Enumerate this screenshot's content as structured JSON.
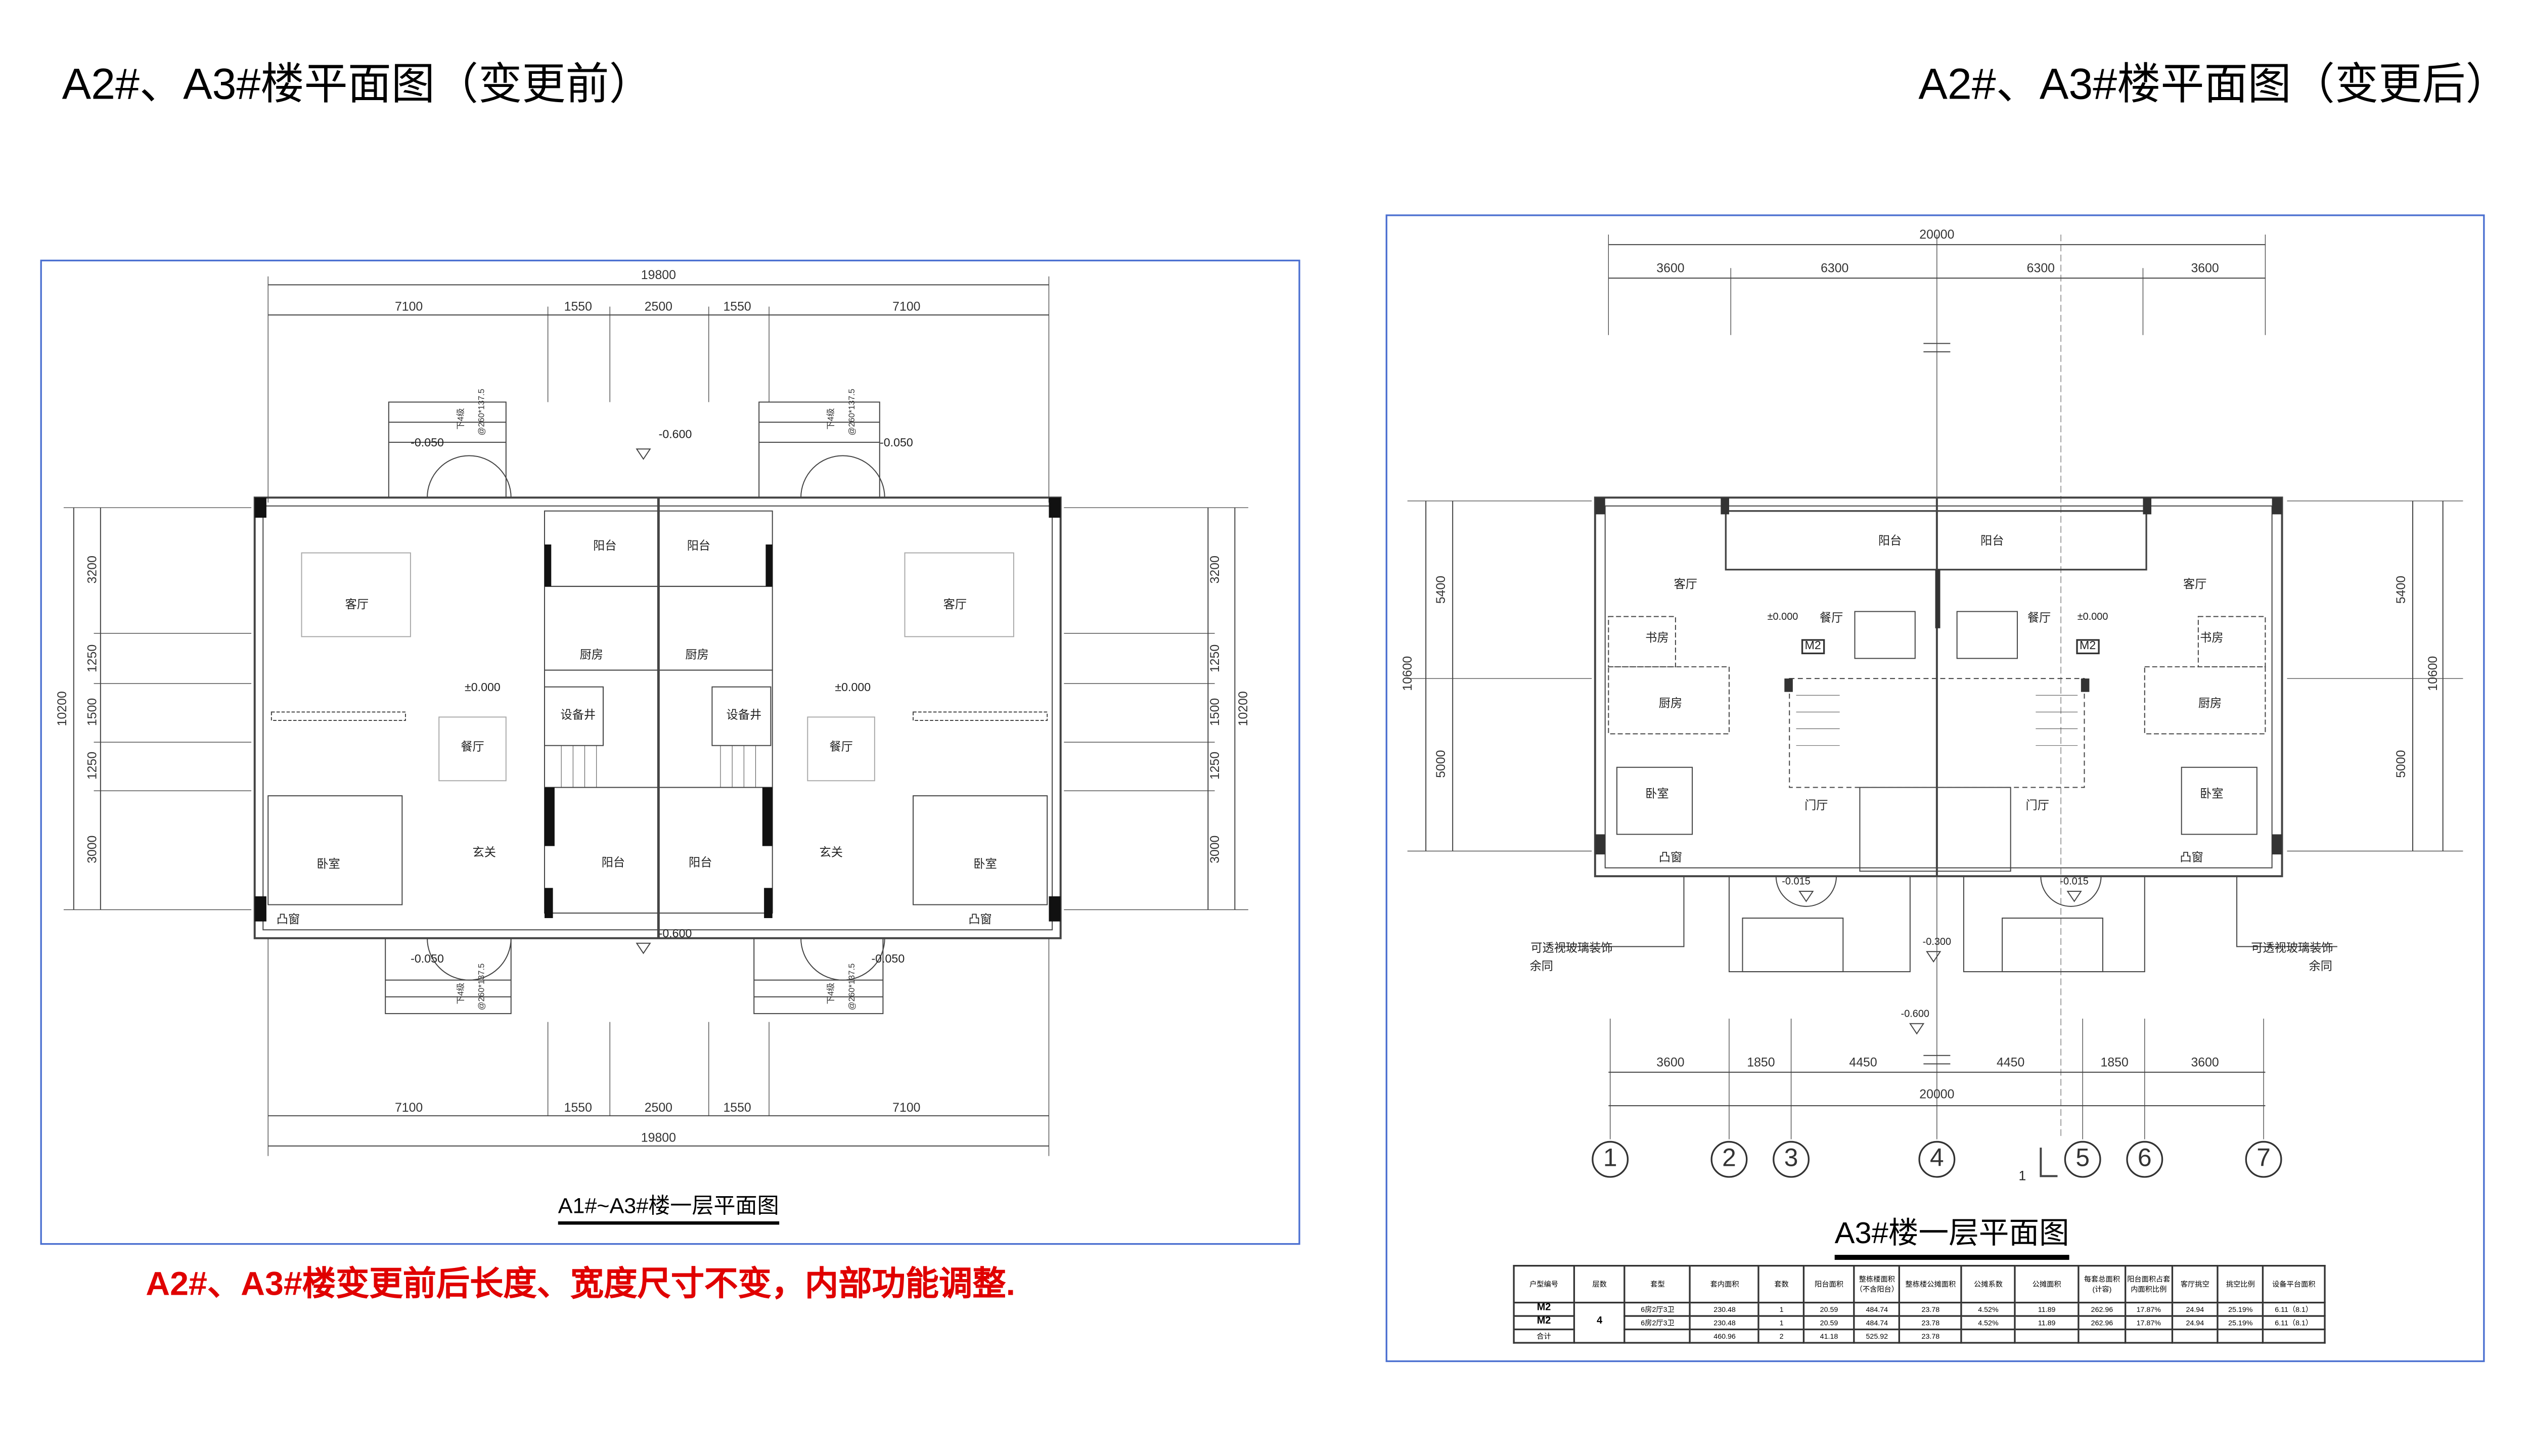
{
  "titles": {
    "before": "A2#、A3#楼平面图（变更前）",
    "after": "A2#、A3#楼平面图（变更后）"
  },
  "note": "A2#、A3#楼变更前后长度、宽度尺寸不变，内部功能调整.",
  "left_plan": {
    "title": "A1#~A3#楼一层平面图",
    "dims_top_total": "19800",
    "dims_top": [
      "7100",
      "1550",
      "2500",
      "1550",
      "7100"
    ],
    "dims_side_total": "10200",
    "dims_side": [
      "3200",
      "1250",
      "1500",
      "1250",
      "3000"
    ],
    "stair_note": "下4级",
    "stair_spec": "@260*137.5",
    "rooms": [
      "客厅",
      "客厅",
      "阳台",
      "阳台",
      "厨房",
      "厨房",
      "设备井",
      "设备井",
      "餐厅",
      "餐厅",
      "玄关",
      "玄关",
      "阳台",
      "阳台",
      "卧室",
      "卧室",
      "凸窗",
      "凸窗"
    ],
    "levels": [
      "±0.000",
      "±0.000",
      "-0.600",
      "-0.600",
      "-0.050",
      "-0.050",
      "-0.050",
      "-0.050"
    ]
  },
  "right_plan": {
    "title": "A3#楼一层平面图",
    "dims_top_total": "20000",
    "dims_top": [
      "3600",
      "6300",
      "6300",
      "3600"
    ],
    "dims_bottom": [
      "3600",
      "1850",
      "4450",
      "4450",
      "1850",
      "3600"
    ],
    "dims_bottom_total": "20000",
    "dims_side_total": "10600",
    "dims_side": [
      "5400",
      "5000"
    ],
    "axes": [
      "1",
      "2",
      "3",
      "4",
      "5",
      "6",
      "7"
    ],
    "section_mark": "1",
    "rooms": [
      "阳台",
      "阳台",
      "客厅",
      "客厅",
      "餐厅",
      "餐厅",
      "书房",
      "书房",
      "M2",
      "M2",
      "厨房",
      "厨房",
      "卧室",
      "卧室",
      "门厅",
      "门厅",
      "凸窗",
      "凸窗"
    ],
    "levels": [
      "±0.000",
      "±0.000",
      "-0.015",
      "-0.015",
      "-0.300",
      "-0.600"
    ],
    "annotations": [
      "可透视玻璃装饰",
      "余同",
      "可透视玻璃装饰",
      "余同"
    ]
  },
  "area_table": {
    "headers": [
      "户型编号",
      "层数",
      "套型",
      "套内面积",
      "套数",
      "阳台面积",
      "整栋楼面积（不含阳台）",
      "整栋楼公摊面积",
      "公摊系数",
      "公摊面积",
      "每套总面积(计容)",
      "阳台面积占套内面积比例",
      "客厅挑空",
      "挑空比例",
      "设备平台面积"
    ],
    "rows": [
      [
        "M2",
        "4",
        "6房2厅3卫",
        "230.48",
        "1",
        "20.59",
        "484.74",
        "23.78",
        "4.52%",
        "11.89",
        "262.96",
        "17.87%",
        "24.94",
        "25.19%",
        "6.11（8.1）"
      ],
      [
        "M2",
        "",
        "6房2厅3卫",
        "230.48",
        "1",
        "20.59",
        "484.74",
        "23.78",
        "4.52%",
        "11.89",
        "262.96",
        "17.87%",
        "24.94",
        "25.19%",
        "6.11（8.1）"
      ],
      [
        "合计",
        "",
        "",
        "460.96",
        "2",
        "41.18",
        "525.92",
        "23.78",
        "",
        "",
        "",
        "",
        "",
        "",
        ""
      ]
    ]
  }
}
